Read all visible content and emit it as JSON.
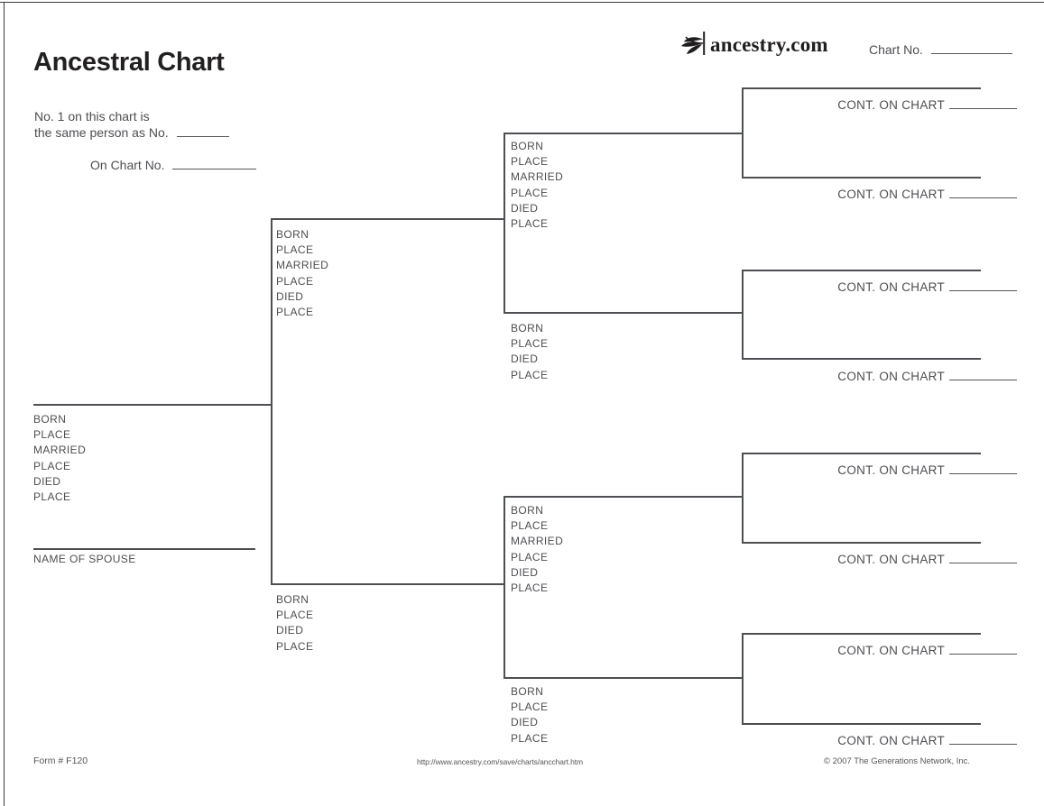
{
  "header": {
    "title": "Ancestral Chart",
    "chart_no_label": "Chart No.",
    "logo_text": "ancestry.com",
    "logo_icon": "leaf-icon"
  },
  "instructions": {
    "line1": "No. 1 on this chart is",
    "line2": "the same person as No.",
    "line3": "On Chart No."
  },
  "labels": {
    "full_fields": [
      "BORN",
      "PLACE",
      "MARRIED",
      "PLACE",
      "DIED",
      "PLACE"
    ],
    "short_fields": [
      "BORN",
      "PLACE",
      "DIED",
      "PLACE"
    ],
    "spouse": "NAME OF SPOUSE",
    "cont_on_chart": "CONT. ON CHART"
  },
  "footer": {
    "form_number": "Form # F120",
    "url": "http://www.ancestry.com/save/charts/ancchart.htm",
    "copyright": "© 2007 The Generations Network, Inc."
  }
}
